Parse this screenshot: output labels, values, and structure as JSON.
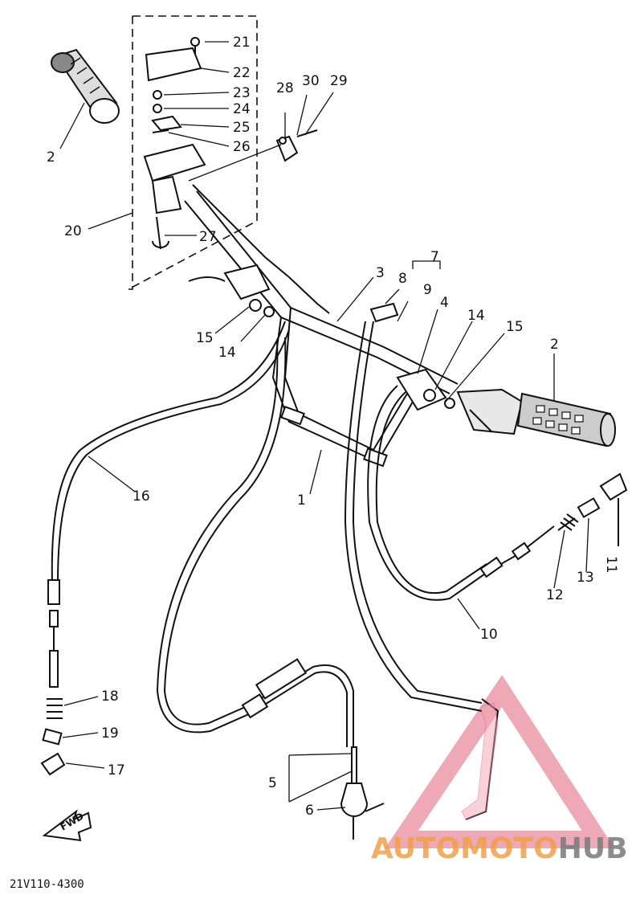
{
  "diagram_code": "21V110-4300",
  "fwd_label": "FWD",
  "watermark": {
    "part1": "AUTOMOTO",
    "part2": "HUB",
    "color_primary": "#f0a04b",
    "color_secondary": "#7a7a7a",
    "triangle_color": "#e0607a"
  },
  "callouts": {
    "c1": "1",
    "c2a": "2",
    "c2b": "2",
    "c3": "3",
    "c4": "4",
    "c5": "5",
    "c6": "6",
    "c7": "7",
    "c8": "8",
    "c9": "9",
    "c10": "10",
    "c11": "11",
    "c12": "12",
    "c13": "13",
    "c14a": "14",
    "c14b": "14",
    "c15a": "15",
    "c15b": "15",
    "c16": "16",
    "c17": "17",
    "c18": "18",
    "c19": "19",
    "c20": "20",
    "c21": "21",
    "c22": "22",
    "c23": "23",
    "c24": "24",
    "c25": "25",
    "c26": "26",
    "c27": "27",
    "c28": "28",
    "c29": "29",
    "c30": "30"
  }
}
